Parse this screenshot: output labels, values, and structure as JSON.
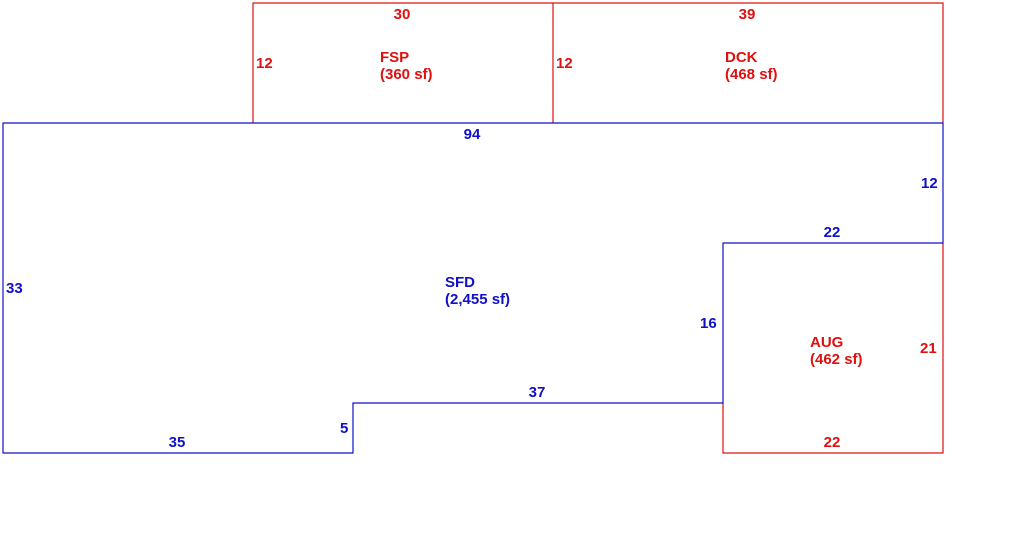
{
  "colors": {
    "main_structure": "#1010c8",
    "additions": "#e01010",
    "background": "#ffffff"
  },
  "areas": {
    "fsp": {
      "name": "FSP",
      "area": "(360 sf)"
    },
    "dck": {
      "name": "DCK",
      "area": "(468 sf)"
    },
    "sfd": {
      "name": "SFD",
      "area": "(2,455 sf)"
    },
    "aug": {
      "name": "AUG",
      "area": "(462 sf)"
    }
  },
  "dimensions": {
    "fsp_top": "30",
    "fsp_left": "12",
    "dck_left": "12",
    "dck_top": "39",
    "sfd_top": "94",
    "sfd_right_upper": "12",
    "sfd_notch_top": "22",
    "sfd_left": "33",
    "sfd_notch_left": "16",
    "sfd_bottom_mid": "37",
    "sfd_step": "5",
    "sfd_bottom_left": "35",
    "aug_right": "21",
    "aug_bottom": "22"
  }
}
